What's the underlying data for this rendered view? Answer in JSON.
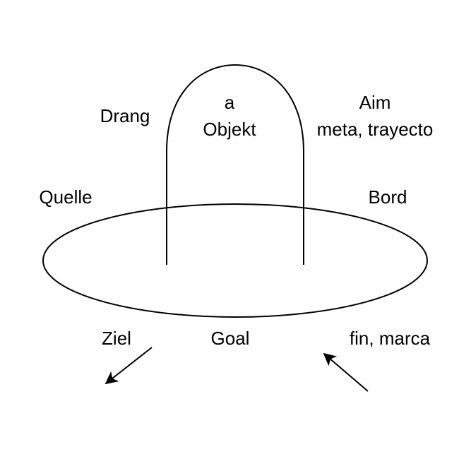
{
  "labels": {
    "drang": "Drang",
    "a": "a",
    "objekt": "Objekt",
    "aim": "Aim",
    "meta_trayecto": "meta, trayecto",
    "quelle": "Quelle",
    "bord": "Bord",
    "ziel": "Ziel",
    "goal": "Goal",
    "fin_marca": "fin, marca"
  },
  "colors": {
    "stroke": "#000000",
    "background": "#ffffff"
  }
}
